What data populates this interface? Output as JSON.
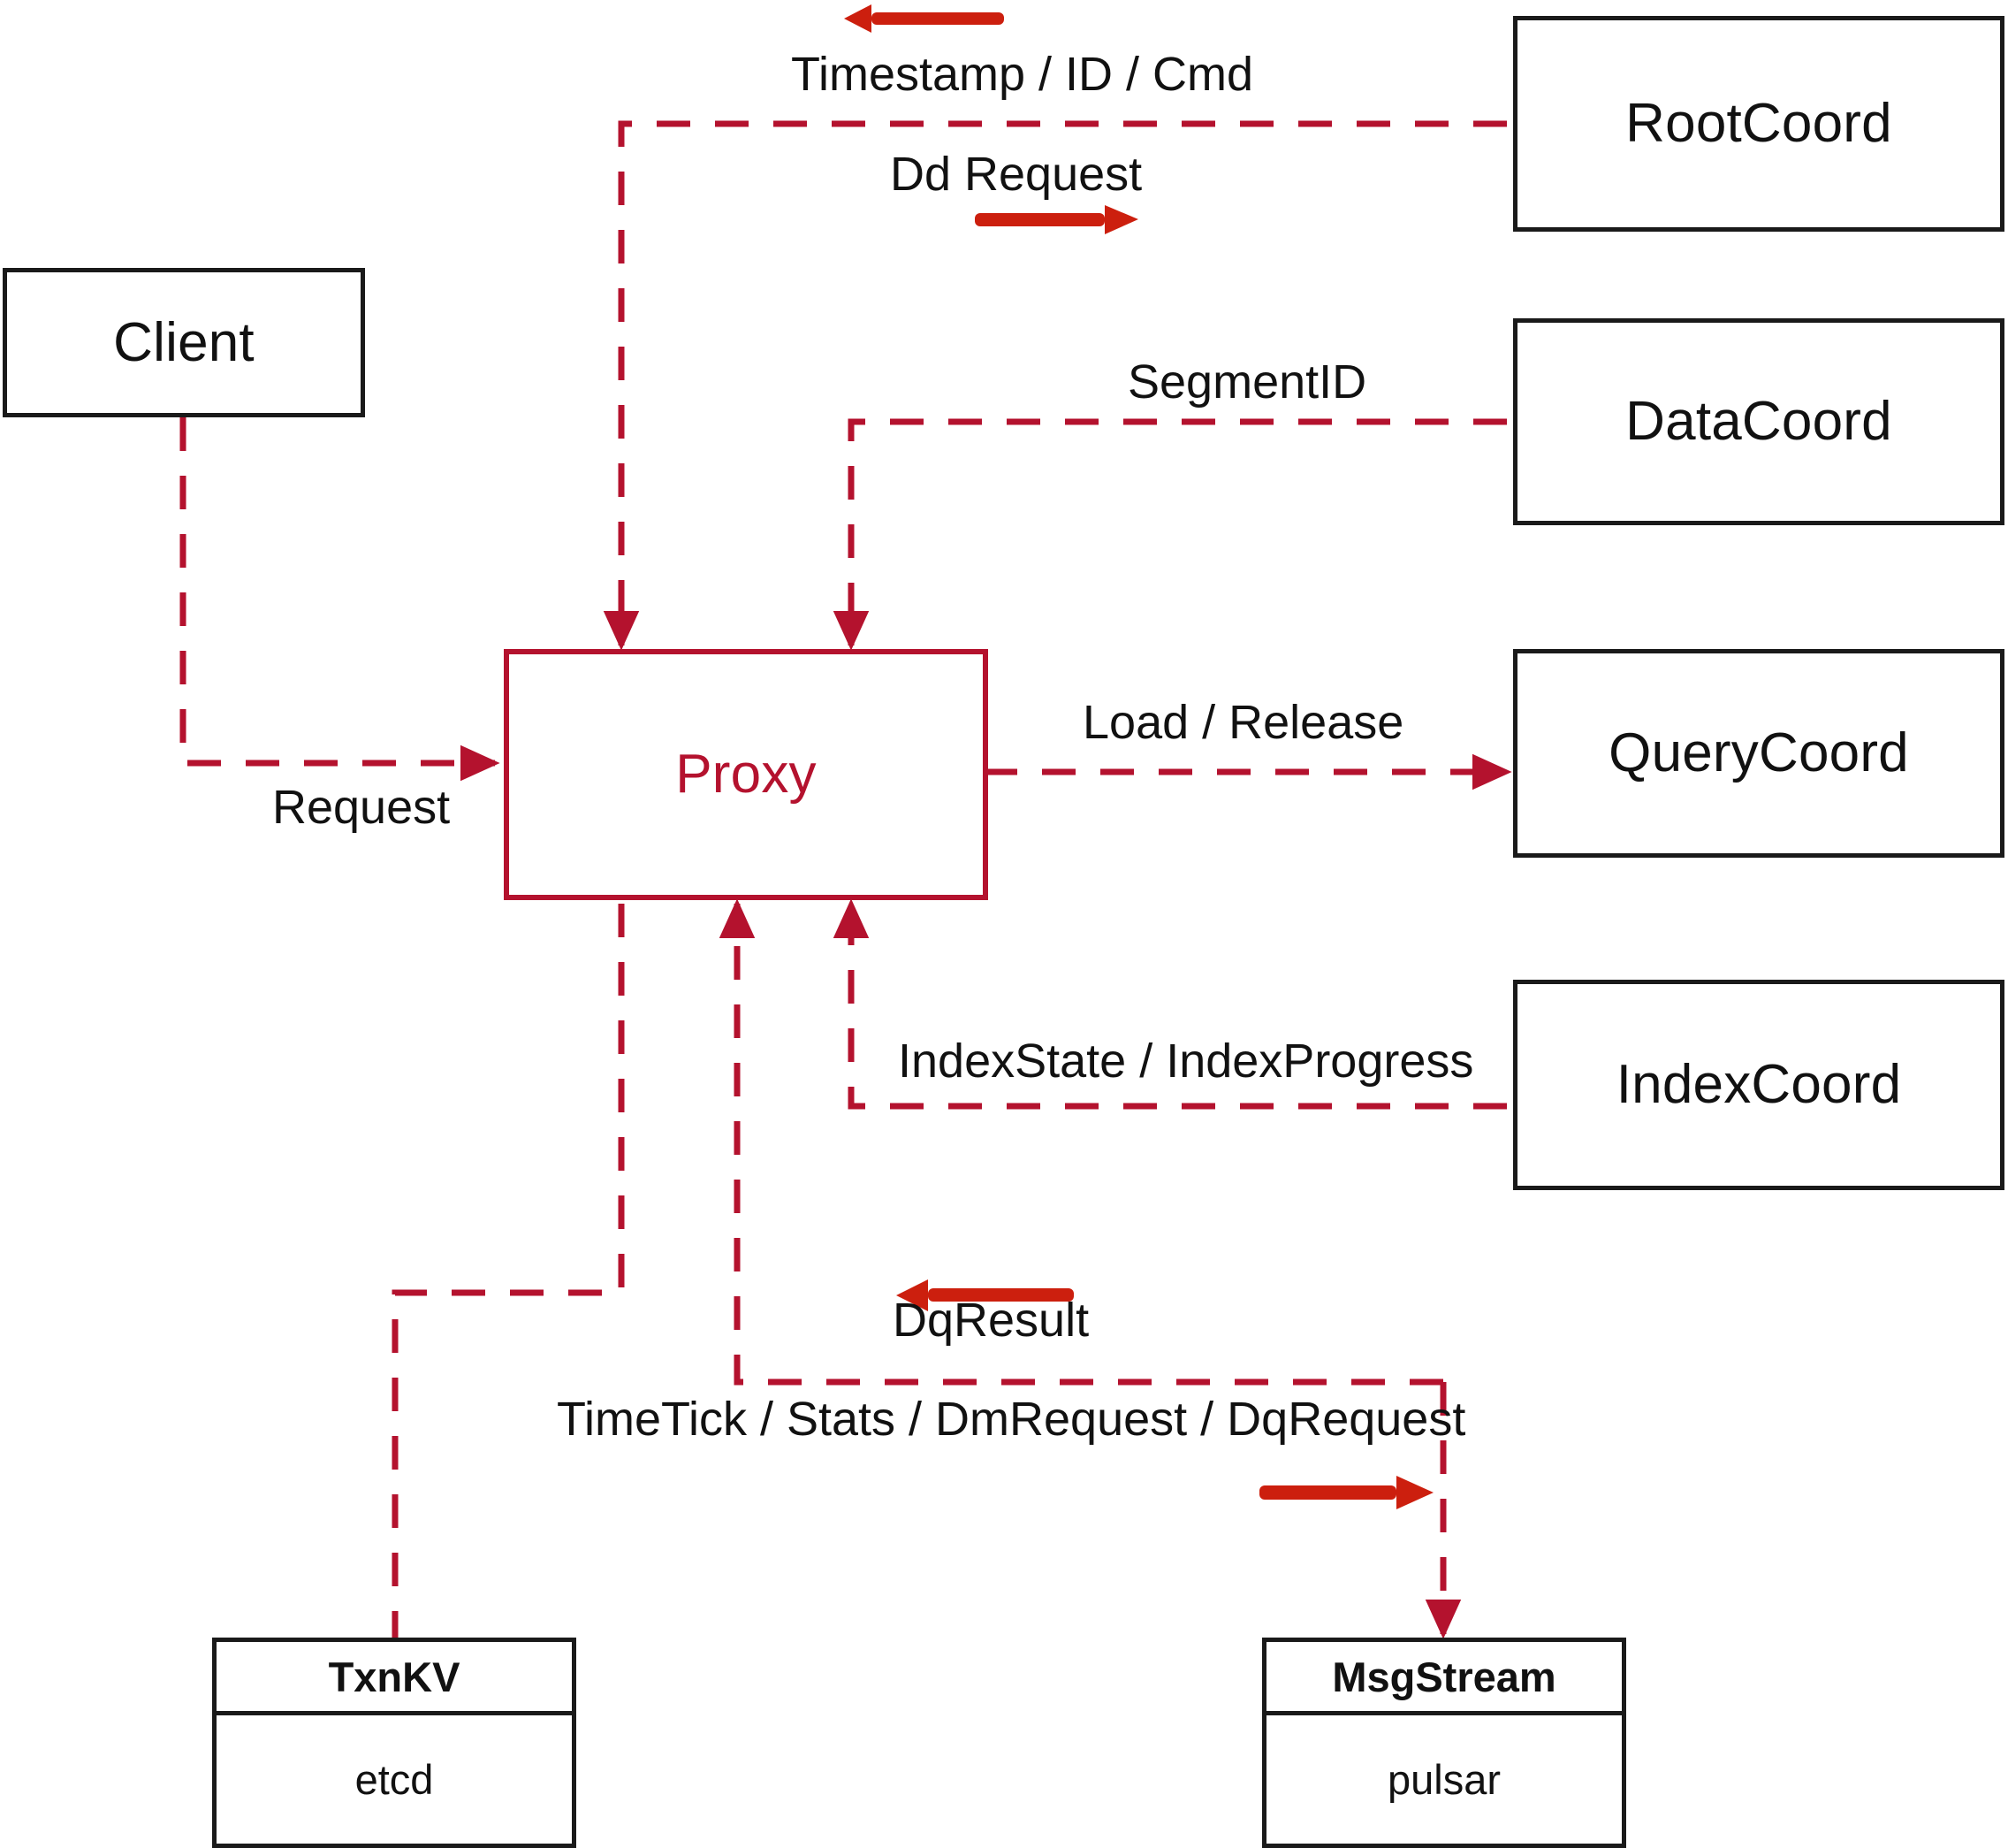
{
  "diagram": {
    "title": "Milvus Proxy interaction diagram",
    "colors": {
      "flow_line": "#b4122e",
      "direction_arrow": "#cc1f0e",
      "node_border": "#1a1a1a",
      "accent_node": "#b4122e",
      "background": "#ffffff"
    }
  },
  "nodes": {
    "client": {
      "label": "Client"
    },
    "proxy": {
      "label": "Proxy"
    },
    "root_coord": {
      "label": "RootCoord"
    },
    "data_coord": {
      "label": "DataCoord"
    },
    "query_coord": {
      "label": "QueryCoord"
    },
    "index_coord": {
      "label": "IndexCoord"
    },
    "txnkv": {
      "header": "TxnKV",
      "body": "etcd"
    },
    "msgstream": {
      "header": "MsgStream",
      "body": "pulsar"
    }
  },
  "edges": [
    {
      "id": "client-proxy",
      "label": "Request",
      "from": "client",
      "to": "proxy",
      "direction": "to-proxy"
    },
    {
      "id": "proxy-rootcoord",
      "label": "Timestamp / ID / Cmd",
      "from": "root_coord",
      "to": "proxy",
      "direction": "bidirectional"
    },
    {
      "id": "rootcoord-dd",
      "label": "Dd Request",
      "from": "proxy",
      "to": "root_coord",
      "direction": "to-rootcoord"
    },
    {
      "id": "datacoord-proxy",
      "label": "SegmentID",
      "from": "data_coord",
      "to": "proxy",
      "direction": "to-proxy"
    },
    {
      "id": "proxy-querycoord",
      "label": "Load / Release",
      "from": "proxy",
      "to": "query_coord",
      "direction": "to-querycoord"
    },
    {
      "id": "indexcoord-proxy",
      "label": "IndexState / IndexProgress",
      "from": "index_coord",
      "to": "proxy",
      "direction": "to-proxy"
    },
    {
      "id": "msgstream-dqresult",
      "label": "DqResult",
      "from": "msgstream",
      "to": "proxy",
      "direction": "to-proxy"
    },
    {
      "id": "proxy-msgstream",
      "label": "TimeTick / Stats / DmRequest / DqRequest",
      "from": "proxy",
      "to": "msgstream",
      "direction": "to-msgstream"
    },
    {
      "id": "proxy-txnkv",
      "label": "",
      "from": "proxy",
      "to": "txnkv",
      "direction": "plain"
    }
  ],
  "arrow_markers": [
    {
      "id": "arrow-timestamp",
      "points": "left"
    },
    {
      "id": "arrow-dd-request",
      "points": "right"
    },
    {
      "id": "arrow-dqresult",
      "points": "left"
    },
    {
      "id": "arrow-dqrequest",
      "points": "right"
    }
  ]
}
